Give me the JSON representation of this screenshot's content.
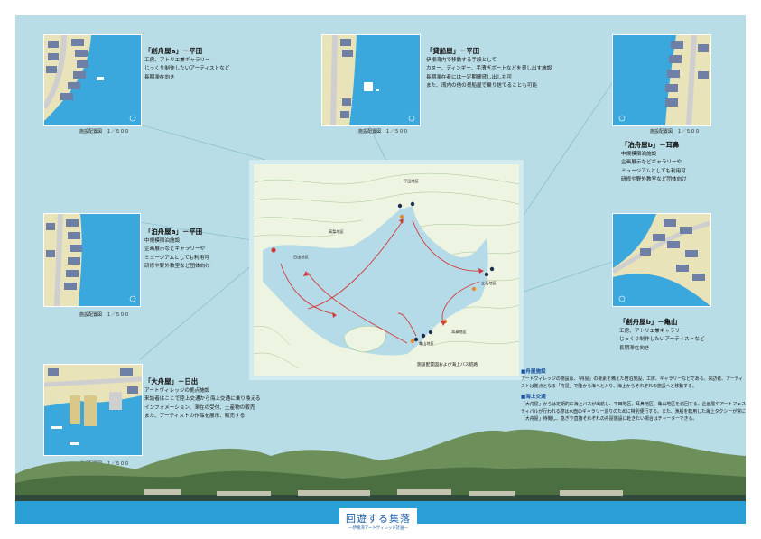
{
  "colors": {
    "sea": "#3aa7dd",
    "land": "#e8e3b8",
    "roof": "#6f7fa5",
    "accent": "#d23a3a",
    "band": "#2a9fd5",
    "title": "#1b5fa6"
  },
  "scale_label": "施設配置図　１／５００",
  "spots": [
    {
      "title": "「創舟屋a」－平田",
      "lines": [
        "工房、アトリエ兼ギャラリー",
        "じっくり制作したいアーティストなど",
        "長期滞在向き"
      ]
    },
    {
      "title": "「貸船屋」－平田",
      "lines": [
        "伊根湾内で移動する手段として",
        "カヌー、ディンギー、手漕ぎボートなどを貸し出す施設",
        "長期滞在者には一定期間貸し出しも可",
        "また、湾内の他の貸船屋で乗り捨てることも可能"
      ]
    },
    {
      "title": "「泊舟屋b」－耳鼻",
      "lines": [
        "中規模宿泊施設",
        "企画展示などギャラリーや",
        "ミュージアムとしても利用可",
        "研修や野外教室など団体向け"
      ]
    },
    {
      "title": "「泊舟屋a」－平田",
      "lines": [
        "中規模宿泊施設",
        "企画展示などギャラリーや",
        "ミュージアムとしても利用可",
        "研修や野外教室など団体向け"
      ]
    },
    {
      "title": "「創舟屋b」－亀山",
      "lines": [
        "工房、アトリエ兼ギャラリー",
        "じっくり制作したいアーティストなど",
        "長期滞在向き"
      ]
    },
    {
      "title": "「大舟屋」－日出",
      "lines": [
        "アートヴィレッジの拠点施設",
        "来訪者はここで陸上交通から海上交通に乗り換える",
        "インフォメーション、滞在の受付、土産物の販売",
        "また、アーティストの作品を展示、販売する"
      ]
    }
  ],
  "map": {
    "caption": "施設配置図および海上バス航路",
    "places": [
      "平田地区",
      "高梨地区",
      "日出地区",
      "立石地区",
      "耳鼻地区",
      "亀山地区"
    ]
  },
  "notes": {
    "h1": "■舟屋施設",
    "p1": "アートヴィレッジの施設は、「舟屋」の要素を備えた宿泊施設、工房、ギャラリーなどである。来訪者、アーティストは拠点となる「舟屋」で陸から海へと入り、海上からそれぞれの施設へと移動する。",
    "h2": "■海上交通",
    "p2": "「大舟屋」からは定期的に海上バスが出航し、平田地区、耳鼻地区、亀山地区を巡回する。企画展やアートフェスティバルが行われる際は水面のギャラリー巡りのために特別便行する。また、漁船を転用した海上タクシーが常に「大舟屋」待機し、急ぎや直接それぞれの舟屋施設に赴きたい場合はチャーターできる。"
  },
  "title": {
    "main": "回遊する集落",
    "sub": "―伊根湾アートヴィレッジ計画―"
  }
}
